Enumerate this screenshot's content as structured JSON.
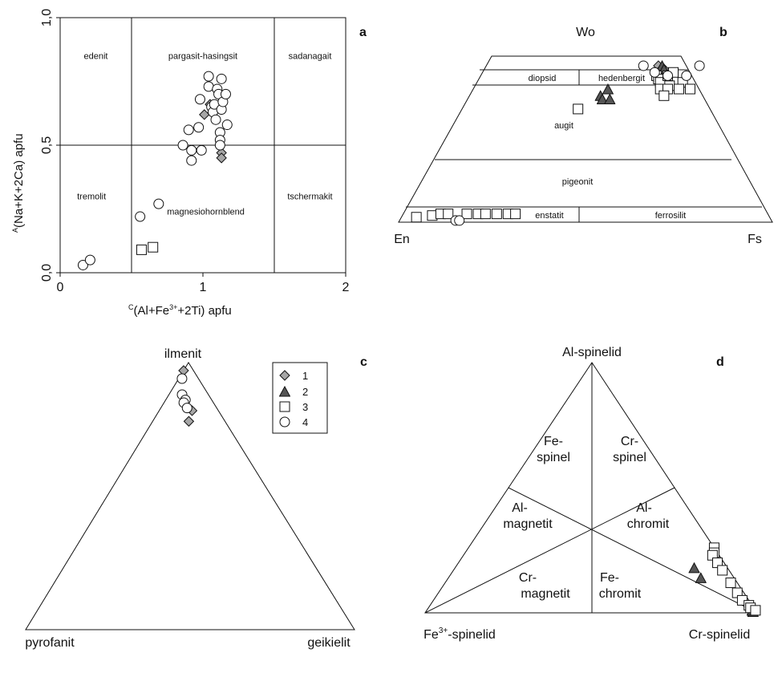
{
  "chart_data": [
    {
      "type": "scatter",
      "panel": "a",
      "xlabel_parts": [
        "C",
        "(Al+Fe",
        "3+",
        "+2Ti) apfu"
      ],
      "ylabel_parts": [
        "A",
        "(Na+K+2Ca) apfu"
      ],
      "xlim": [
        0,
        2
      ],
      "ylim": [
        0,
        1
      ],
      "x_ticks": [
        "0",
        "1",
        "2"
      ],
      "y_ticks": [
        "0,0",
        "0,5",
        "1,0"
      ],
      "field_labels": [
        {
          "text": "edenit",
          "x": 0.25,
          "y": 0.85
        },
        {
          "text": "pargasit-hasingsit",
          "x": 1.0,
          "y": 0.85
        },
        {
          "text": "sadanagait",
          "x": 1.75,
          "y": 0.85
        },
        {
          "text": "tremolit",
          "x": 0.22,
          "y": 0.3
        },
        {
          "text": "magnesiohornblend",
          "x": 1.02,
          "y": 0.24
        },
        {
          "text": "tschermakit",
          "x": 1.75,
          "y": 0.3
        }
      ],
      "series": [
        {
          "name": "1",
          "marker": "diamond",
          "points": [
            [
              1.01,
              0.62
            ],
            [
              1.05,
              0.66
            ],
            [
              1.13,
              0.47
            ],
            [
              1.13,
              0.45
            ]
          ]
        },
        {
          "name": "3",
          "marker": "square",
          "points": [
            [
              0.57,
              0.09
            ],
            [
              0.65,
              0.1
            ]
          ]
        },
        {
          "name": "4",
          "marker": "circle",
          "points": [
            [
              0.16,
              0.03
            ],
            [
              0.21,
              0.05
            ],
            [
              0.56,
              0.22
            ],
            [
              0.69,
              0.27
            ],
            [
              0.86,
              0.5
            ],
            [
              0.9,
              0.56
            ],
            [
              0.92,
              0.44
            ],
            [
              0.92,
              0.48
            ],
            [
              0.97,
              0.57
            ],
            [
              0.98,
              0.68
            ],
            [
              0.99,
              0.48
            ],
            [
              1.04,
              0.77
            ],
            [
              1.04,
              0.73
            ],
            [
              1.06,
              0.65
            ],
            [
              1.07,
              0.63
            ],
            [
              1.08,
              0.66
            ],
            [
              1.09,
              0.6
            ],
            [
              1.1,
              0.72
            ],
            [
              1.11,
              0.7
            ],
            [
              1.12,
              0.55
            ],
            [
              1.12,
              0.52
            ],
            [
              1.12,
              0.5
            ],
            [
              1.13,
              0.64
            ],
            [
              1.13,
              0.76
            ],
            [
              1.14,
              0.67
            ],
            [
              1.16,
              0.7
            ],
            [
              1.17,
              0.58
            ]
          ]
        }
      ]
    },
    {
      "type": "scatter",
      "panel": "b",
      "corner_labels": {
        "top": "Wo",
        "left": "En",
        "right": "Fs"
      },
      "field_labels": [
        "diopsid",
        "hedenbergit",
        "augit",
        "pigeonit",
        "enstatit",
        "ferrosilit"
      ],
      "series": [
        {
          "name": "1",
          "marker": "diamond",
          "points": [
            [
              0.46,
              0.47
            ],
            [
              0.47,
              0.45
            ],
            [
              0.48,
              0.46
            ]
          ]
        },
        {
          "name": "2",
          "marker": "triangle",
          "points": [
            [
              0.47,
              0.47
            ],
            [
              0.48,
              0.46
            ],
            [
              0.36,
              0.4
            ],
            [
              0.35,
              0.38
            ],
            [
              0.36,
              0.37
            ],
            [
              0.38,
              0.37
            ]
          ]
        },
        {
          "name": "3",
          "marker": "square",
          "points": [
            [
              0.47,
              0.44
            ],
            [
              0.48,
              0.43
            ],
            [
              0.49,
              0.42
            ],
            [
              0.5,
              0.44
            ],
            [
              0.52,
              0.41
            ],
            [
              0.55,
              0.42
            ],
            [
              0.5,
              0.4
            ],
            [
              0.52,
              0.4
            ],
            [
              0.55,
              0.4
            ],
            [
              0.58,
              0.4
            ],
            [
              0.52,
              0.38
            ],
            [
              0.51,
              0.45
            ],
            [
              0.31,
              0.34
            ],
            [
              0.04,
              0.015
            ],
            [
              0.08,
              0.02
            ],
            [
              0.1,
              0.025
            ],
            [
              0.12,
              0.025
            ],
            [
              0.17,
              0.025
            ],
            [
              0.2,
              0.025
            ],
            [
              0.22,
              0.025
            ],
            [
              0.25,
              0.025
            ],
            [
              0.28,
              0.025
            ],
            [
              0.3,
              0.025
            ]
          ]
        },
        {
          "name": "4",
          "marker": "circle",
          "points": [
            [
              0.42,
              0.47
            ],
            [
              0.46,
              0.45
            ],
            [
              0.5,
              0.44
            ],
            [
              0.55,
              0.44
            ],
            [
              0.57,
              0.47
            ],
            [
              0.15,
              0.005
            ],
            [
              0.16,
              0.005
            ]
          ]
        }
      ]
    },
    {
      "type": "scatter",
      "panel": "c",
      "corner_labels": {
        "top": "ilmenit",
        "left": "pyrofanit",
        "right": "geikielit"
      },
      "legend": [
        "1",
        "2",
        "3",
        "4"
      ],
      "series": [
        {
          "name": "1",
          "marker": "diamond",
          "points": [
            [
              0.03,
              0.97
            ],
            [
              0.08,
              0.82
            ],
            [
              0.11,
              0.78
            ]
          ]
        },
        {
          "name": "4",
          "marker": "circle",
          "points": [
            [
              0.05,
              0.94
            ],
            [
              0.08,
              0.88
            ],
            [
              0.08,
              0.86
            ],
            [
              0.09,
              0.85
            ],
            [
              0.09,
              0.83
            ]
          ]
        }
      ]
    },
    {
      "type": "scatter",
      "panel": "d",
      "corner_labels": {
        "top": "Al-spinelid",
        "left_parts": [
          "Fe",
          "3+",
          "-spinelid"
        ],
        "right": "Cr-spinelid"
      },
      "field_labels": [
        {
          "lines": [
            "Fe-",
            "spinel"
          ]
        },
        {
          "lines": [
            "Cr-",
            "spinel"
          ]
        },
        {
          "lines": [
            "Al-",
            "magnetit"
          ]
        },
        {
          "lines": [
            "Al-",
            "chromit"
          ]
        },
        {
          "lines": [
            "Cr-",
            "magnetit"
          ]
        },
        {
          "lines": [
            "Fe-",
            "chromit"
          ]
        }
      ],
      "series": [
        {
          "name": "2",
          "marker": "triangle",
          "points": [
            [
              0.005,
              0.01,
              0.985
            ],
            [
              0.01,
              0.01,
              0.98
            ],
            [
              0.18,
              0.1,
              0.72
            ],
            [
              0.14,
              0.1,
              0.76
            ]
          ]
        },
        {
          "name": "3",
          "marker": "square",
          "points": [
            [
              0.26,
              0.0,
              0.74
            ],
            [
              0.24,
              0.01,
              0.75
            ],
            [
              0.23,
              0.02,
              0.75
            ],
            [
              0.2,
              0.02,
              0.78
            ],
            [
              0.17,
              0.02,
              0.81
            ],
            [
              0.12,
              0.02,
              0.86
            ],
            [
              0.08,
              0.02,
              0.9
            ],
            [
              0.05,
              0.02,
              0.93
            ],
            [
              0.03,
              0.01,
              0.96
            ],
            [
              0.02,
              0.01,
              0.97
            ],
            [
              0.01,
              0.0,
              0.99
            ]
          ]
        }
      ]
    }
  ]
}
